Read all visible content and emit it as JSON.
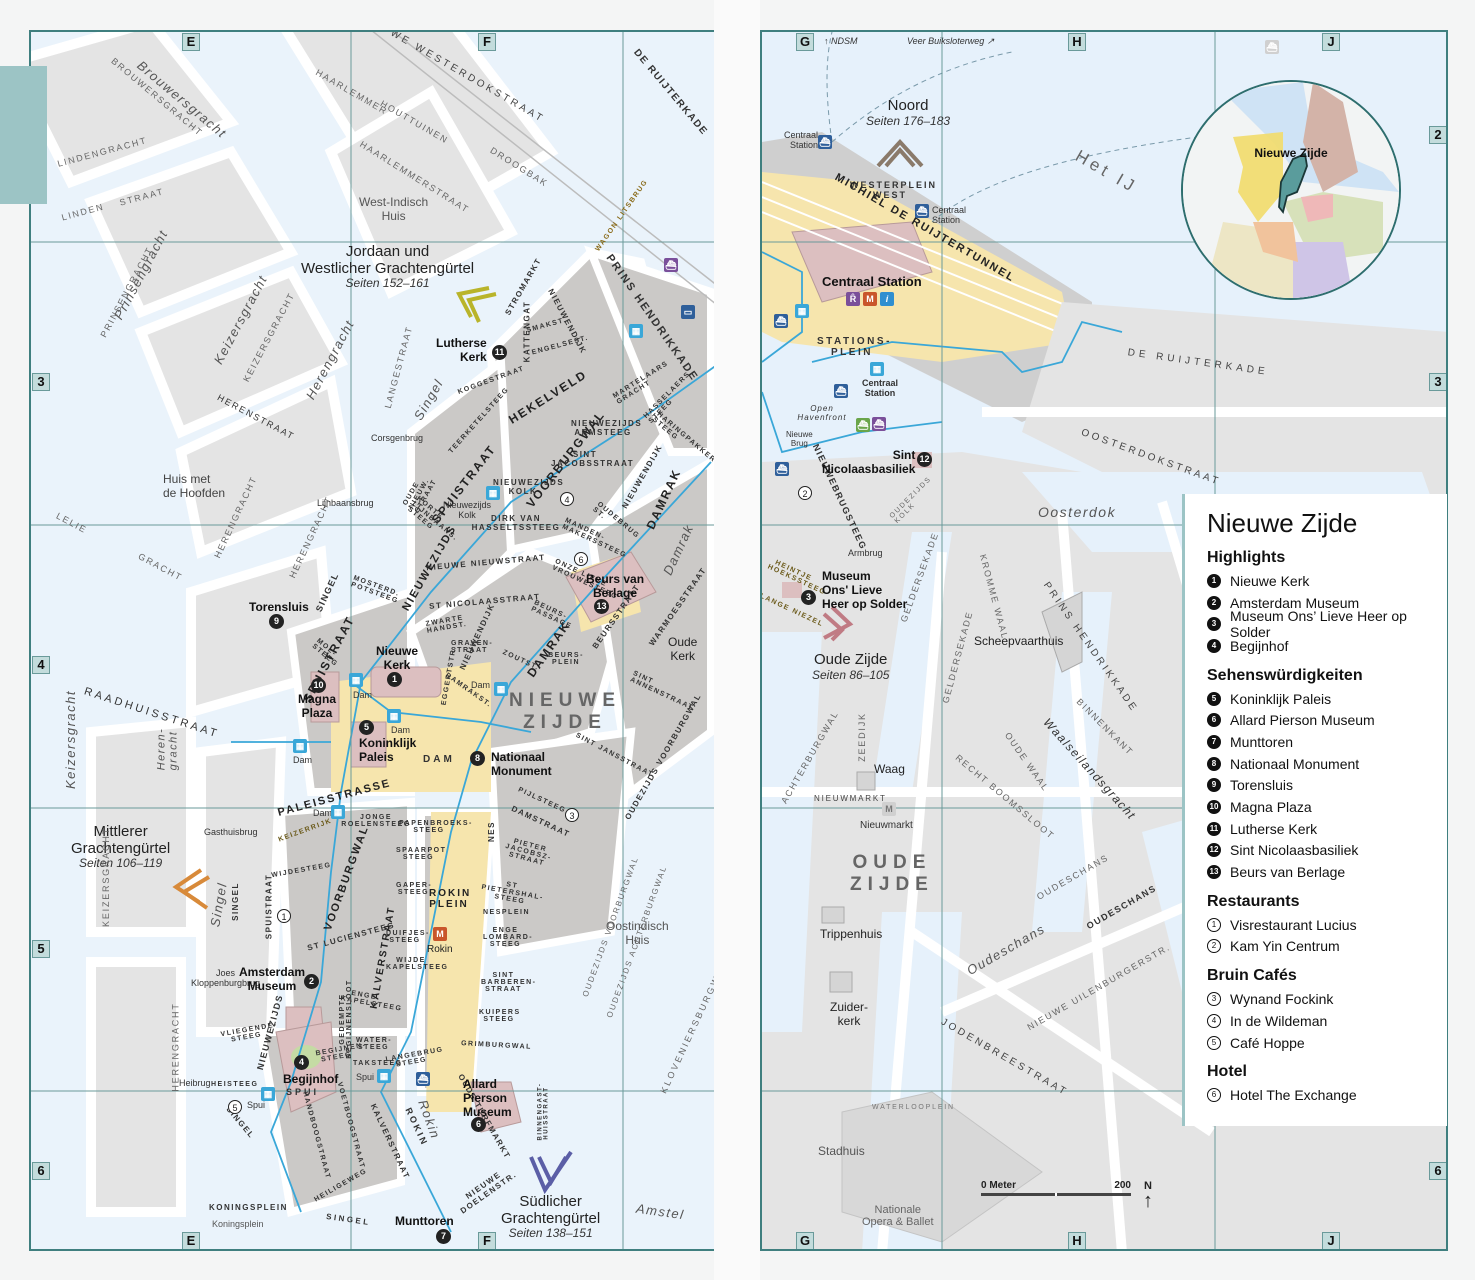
{
  "legend": {
    "title": "Nieuwe Zijde",
    "sections": [
      {
        "heading": "Highlights",
        "style": "filled",
        "items": [
          {
            "n": "1",
            "label": "Nieuwe Kerk"
          },
          {
            "n": "2",
            "label": "Amsterdam Museum"
          },
          {
            "n": "3",
            "label": "Museum Ons’ Lieve Heer op Solder"
          },
          {
            "n": "4",
            "label": "Begijnhof"
          }
        ]
      },
      {
        "heading": "Sehenswürdigkeiten",
        "style": "filled",
        "items": [
          {
            "n": "5",
            "label": "Koninklijk Paleis"
          },
          {
            "n": "6",
            "label": "Allard Pierson Museum"
          },
          {
            "n": "7",
            "label": "Munttoren"
          },
          {
            "n": "8",
            "label": "Nationaal Monument"
          },
          {
            "n": "9",
            "label": "Torensluis"
          },
          {
            "n": "10",
            "label": "Magna Plaza"
          },
          {
            "n": "11",
            "label": "Lutherse Kerk"
          },
          {
            "n": "12",
            "label": "Sint Nicolaasbasiliek"
          },
          {
            "n": "13",
            "label": "Beurs van Berlage"
          }
        ]
      },
      {
        "heading": "Restaurants",
        "style": "outline",
        "items": [
          {
            "n": "1",
            "label": "Visrestaurant Lucius"
          },
          {
            "n": "2",
            "label": "Kam Yin Centrum"
          }
        ]
      },
      {
        "heading": "Bruin Cafés",
        "style": "outline",
        "items": [
          {
            "n": "3",
            "label": "Wynand Fockink"
          },
          {
            "n": "4",
            "label": "In de Wildeman"
          },
          {
            "n": "5",
            "label": "Café Hoppe"
          }
        ]
      },
      {
        "heading": "Hotel",
        "style": "outline",
        "items": [
          {
            "n": "6",
            "label": "Hotel The Exchange"
          }
        ]
      }
    ]
  },
  "locator": {
    "label": "Nieuwe Zijde"
  },
  "grid": {
    "columns_left": [
      "E",
      "F"
    ],
    "columns_right": [
      "G",
      "H",
      "J"
    ],
    "rows_left": [
      "3",
      "4",
      "5",
      "6"
    ],
    "rows_right": [
      "2",
      "3",
      "6"
    ]
  },
  "scale": {
    "start": "0 Meter",
    "end": "200",
    "north": "N"
  },
  "areas": {
    "jordaan": {
      "name": "Jordaan und\nWestlicher Grachtengürtel",
      "pages": "Seiten 152–161"
    },
    "mittlerer": {
      "name": "Mittlerer\nGrachtengürtel",
      "pages": "Seiten 106–119"
    },
    "suedlicher": {
      "name": "Südlicher\nGrachtengürtel",
      "pages": "Seiten 138–151"
    },
    "noord": {
      "name": "Noord",
      "pages": "Seiten 176–183"
    },
    "oude_zijde": {
      "name": "Oude Zijde",
      "pages": "Seiten 86–105"
    }
  },
  "districts": {
    "nieuwe_zijde": "NIEUWE\nZIJDE",
    "oude_zijde": "OUDE\nZIJDE"
  },
  "water": {
    "het_ij": "Het IJ",
    "oosterdok": "Oosterdok",
    "amstel": "Amstel",
    "brouwersgracht": "Brouwersgracht",
    "prinsengracht": "Prinsengracht",
    "keizersgracht": "Keizersgracht",
    "herengracht": "Herengracht",
    "herengracht_short": "Heren-\ngracht",
    "singel": "Singel",
    "damrak": "Damrak",
    "rokin": "Rokin",
    "oudeschans": "Oudeschans",
    "waalseilandsgracht": "Waalseilandsgracht",
    "keizersgracht_left": "Keizersgracht"
  },
  "streets_left": {
    "nieuwe_westerdokstraat": "NIEUWE WESTERDOKSTRAAT",
    "haarlemmer": "HAARLEMMER",
    "houttuinen": "HOUTTUINEN",
    "haarlemmerstraat": "HAARLEMMERSTRAAT",
    "droogbak": "DROOGBAK",
    "de_ruijterkade": "DE RUIJTERKADE",
    "brouwersgracht": "BROUWERSGRACHT",
    "lindengracht": "LINDENGRACHT",
    "linden": "LINDEN",
    "straat": "STRAAT",
    "prinsengracht": "PRINSENGRACHT",
    "keizersgracht": "KEIZERSGRACHT",
    "langestraat": "LANGESTRAAT",
    "herenstraat": "HERENSTRAAT",
    "lelie": "LELIE",
    "gracht": "GRACHT",
    "herengracht": "HERENGRACHT",
    "singel": "SINGEL",
    "wagon_litsbrug": "WAGON LITSBRUG",
    "prins_hendrikkade": "PRINS HENDRIKKADE",
    "stromarkt": "STROMARKT",
    "kattengat": "KATTENGAT",
    "smakst": "SMAKST.",
    "engelsest": "ENGELSEST.",
    "nieuwendijk": "NIEUWENDIJK",
    "koggestraat": "KOGGESTRAAT",
    "teerketelsteeg": "TEERKETELSTEEG",
    "hekelveld": "HEKELVELD",
    "martelaarsgracht": "MARTELAARS GRACHT",
    "spuistraat": "SPUISTRAAT",
    "voorburgwal": "VOORBURGWAL",
    "nieuwezijds_armsteeg": "NIEUWEZIJDS ARMSTEEG",
    "hasselaerssteeg": "HASSELAERS STEEG",
    "haringpakkerssteeg": "HARINGPAKKERS STEEG",
    "sint_jacobsstraat": "SINT JACOBSSTRAAT",
    "nieuwezijds_kolk": "NIEUWEZIJDS KOLK",
    "oude_nieuwstraat": "OUDE NIEUW. STRAAT",
    "korte_lijnbaanssteeg": "KORTE LIJNBAANS. STEEG",
    "dirk_van_hasseltssteeg": "DIRK VAN HASSELTSSTEEG",
    "oudebrugsteeg": "OUDEBRUG ST.",
    "mandenmakerssteeg": "MANDEN- MAKERSSTEEG",
    "damrak": "DAMRAK",
    "nieuwe_nieuwstraat": "NIEUWE NIEUWSTRAAT",
    "mosterdpotsteeg": "MOSTERD. POTSTEEG",
    "nieuwezijds": "NIEUWEZIJDS",
    "st_nicolaasstraat": "ST NICOLAASSTRAAT",
    "onze_lieve_vrouwesteeg": "ONZE LIEVE VROUWESTEEG",
    "beurspassage": "BEURS- PASSAGE",
    "zwarte_handst": "ZWARTE HANDST.",
    "gravenstraat": "GRAVEN- STRAAT",
    "molsteeg": "MOL- STEEG",
    "zoutst": "ZOUTST.",
    "eggertstr": "EGGERTSTR.",
    "damrakst": "DAMRAKST.",
    "beursplein": "BEURS- PLEIN",
    "beursstraat": "BEURSSTRAAT",
    "warmoesstraat": "WARMOESSTRAAT",
    "sint_annenstraat": "SINT ANNENSTRAAT",
    "sint_jansstraat": "SINT JANSSTRAAT",
    "oudezijds_voorburgwal": "OUDEZIJDS VOORBURGWAL",
    "raadhuisstraat": "RAADHUISSTRAAT",
    "dam": "DAM",
    "paleisstrasse": "PALEISSTRASSE",
    "pijlsteeg": "PIJLSTEEG",
    "damstraat": "DAMSTRAAT",
    "keizerrijk": "KEIZERRIJK",
    "jonge_roelensteeg": "JONGE ROELENSTEEG",
    "papenbroekssteeg": "PAPENBROEKS- STEEG",
    "nes": "NES",
    "pieter_jacobszstraat": "PIETER JACOBSZ- STRAAT",
    "spaarpotsteeg": "SPAARPOT STEEG",
    "wijdesteeg": "WIJDESTEEG",
    "gapersteeg": "GAPER- STEEG",
    "rokin_plein": "ROKIN PLEIN",
    "st_pieterhalsteeg": "ST PIETERSHAL- STEEG",
    "nesplein": "NESPLEIN",
    "st_luciensteeg": "ST LUCIENSTEEG",
    "duifjessteeg": "DUIFJES- STEEG",
    "kalverstraat": "KALVERSTRAAT",
    "enge_lombardsteeg": "ENGE LOMBARD- STEEG",
    "wijde_kapelsteeg": "WIJDE KAPELSTEEG",
    "sint_barberenstraat": "SINT BARBEREN- STRAAT",
    "enge_kapelsteeg": "ENGE KAPELSTEEG",
    "gedempte_begijnensloot": "GEDEMPTE BEGIJNENSLOOT",
    "kuiperssteeg": "KUIPERS STEEG",
    "vliegendesteeg": "VLIEGENDE- STEEG",
    "grimburgwal": "GRIMBURGWAL",
    "begijnensteeg": "BEGIJNEN- STEEG",
    "watersteeg": "WATER- STEEG",
    "taksteeg": "TAKSTEEG",
    "langebrugsteeg": "LANGEBRUG STEEG",
    "oudezijds_achterburgwal": "OUDEZIJDS ACHTERBURGWAL",
    "kloveniersburgwal": "KLOVENIERSBURGWAL",
    "heisteeg": "HEISTEEG",
    "spui": "SPUI",
    "handboogstraat": "HANDBOOGSTRAAT",
    "voetboogstraat": "VOETBOOGSTRAAT",
    "heiligeweg": "HEILIGEWEG",
    "oude_turfmarkt": "OUDE TURFMARKT",
    "binnengasthuisstraat": "BINNENGAST- HUISSTRAAT",
    "nieuwe_doelenstr": "NIEUWE DOELENSTR.",
    "koningsplein": "KONINGSPLEIN"
  },
  "streets_right": {
    "ndsm": "NDSM",
    "veer_buiksloterweg": "Veer Buiksloterweg",
    "westerplein_west": "WESTERPLEIN WEST",
    "michiel_de_ruijtertunnel": "MICHIEL DE RUIJTERTUNNEL",
    "stationsplein": "STATIONS- PLEIN",
    "open_havenfront": "Open Havenfront",
    "de_ruijterkade": "DE RUIJTERKADE",
    "oosterdokstraat": "OOSTERDOKSTRAAT",
    "nieuwebrugsteeg": "NIEUWEBRUGSTEEG",
    "oudezijds_kolk": "OUDEZIJDS KOLK",
    "heintje_hoeksteeg": "HEINTJE HOEKSSTEEG",
    "lange_niezel": "LANGE NIEZEL",
    "geldersekade": "GELDERSEKADE",
    "kromme_waal": "KROMME WAAL",
    "prins_hendrikkade": "PRINS HENDRIKKADE",
    "binnenkant": "BINNENKANT",
    "oude_waal": "OUDE WAAL",
    "recht_boomssloot": "RECHT BOOMSSLOOT",
    "achterburgwal": "ACHTERBURGWAL",
    "zeedijk": "ZEEDIJK",
    "nieuwmarkt": "NIEUWMARKT",
    "oudeschans": "OUDESCHANS",
    "nieuwe_uilenburgerstr": "NIEUWE UILENBURGERSTR.",
    "jodenbreestraat": "JODENBREESTRAAT",
    "waterlooplein": "WATERLOOPLEIN"
  },
  "pois_left": {
    "west_indisch_huis": "West-Indisch\nHuis",
    "lutherse_kerk": "Lutherse\nKerk",
    "corsgenbrug": "Corsgenbrug",
    "lijnbaansbrug": "Lijnbaansbrug",
    "nieuwezijds_kolk": "Nieuwezijds\nKolk",
    "huis_met_de_hoofden": "Huis met\nde Hoofden",
    "torensluis": "Torensluis",
    "nieuwe_kerk": "Nieuwe\nKerk",
    "magna_plaza": "Magna\nPlaza",
    "koninklijk_paleis": "Koninklijk\nPaleis",
    "beurs_van_berlage": "Beurs van\nBerlage",
    "oude_kerk": "Oude\nKerk",
    "nationaal_monument": "Nationaal\nMonument",
    "gasthuisbrug": "Gasthuisbrug",
    "amsterdam_museum": "Amsterdam\nMuseum",
    "joes_kloppenburgbrug": "Joes\nKloppenburgbrug",
    "oostindisch_huis": "Oostindisch\nHuis",
    "rokin": "Rokin",
    "begijnhof": "Begijnhof",
    "heibrug": "Heibrug",
    "allard_pierson_museum": "Allard\nPierson\nMuseum",
    "munttoren": "Munttoren",
    "koningsplein": "Koningsplein",
    "dam": "Dam",
    "spui": "Spui"
  },
  "pois_right": {
    "centraal_station_ferry": "Centraal\nStation",
    "centraal_station": "Centraal Station",
    "centraal_station_tram": "Centraal\nStation",
    "nieuwe_brug": "Nieuwe\nBrug",
    "sint_nicolaasbasiliek": "Sint\nNicolaasbasiliek",
    "armbrug": "Armbrug",
    "museum_ons_lieve_heer": "Museum\nOns' Lieve\nHeer op Solder",
    "scheepvaarthuis": "Scheepvaarthuis",
    "waag": "Waag",
    "nieuwmarkt": "Nieuwmarkt",
    "trippenhuis": "Trippenhuis",
    "zuiderkerk": "Zuider-\nkerk",
    "stadhuis": "Stadhuis",
    "nationale_opera": "Nationale\nOpera & Ballet"
  },
  "colors": {
    "grid_frame": "#3f7f7f",
    "water": "#e6f1fb",
    "block": "#e4e4e4",
    "block_dark": "#cfcfcf",
    "district_block": "#c8c6c4",
    "pedestrian": "#f6e5ad",
    "landmark": "#dcbfc0",
    "tram_line": "#3aa7d8",
    "accent_tab": "#9cc4c5",
    "jordaan_arrow": "#b9b42a",
    "mittlerer_arrow": "#d88a3a",
    "suedlicher_arrow": "#5b5ea6",
    "noord_arrow": "#8a7a6a",
    "oude_zijde_arrow": "#c07b84"
  }
}
